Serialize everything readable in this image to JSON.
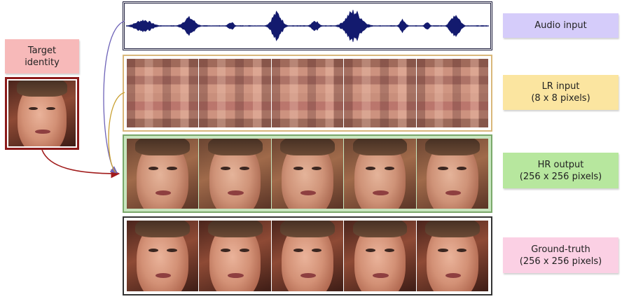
{
  "labels": {
    "audio": "Audio input",
    "lr": "LR input\n(8 x 8 pixels)",
    "hr": "HR output\n(256 x 256 pixels)",
    "gt": "Ground-truth\n(256 x 256 pixels)",
    "target": "Target\nidentity"
  },
  "colors": {
    "audio_box": "#d5ccfa",
    "lr_box": "#fbe5a0",
    "hr_box": "#b7e79e",
    "gt_box": "#fbd0e4",
    "target_box": "#f7b9b9",
    "waveform": "#131a6e",
    "lr_border": "#d9b77a",
    "hr_border": "#7aa86a",
    "target_border": "#8b1a1a",
    "arrow_target": "#a01a1a",
    "arrow_audio": "#6e63b8",
    "arrow_lr": "#c9a030"
  }
}
